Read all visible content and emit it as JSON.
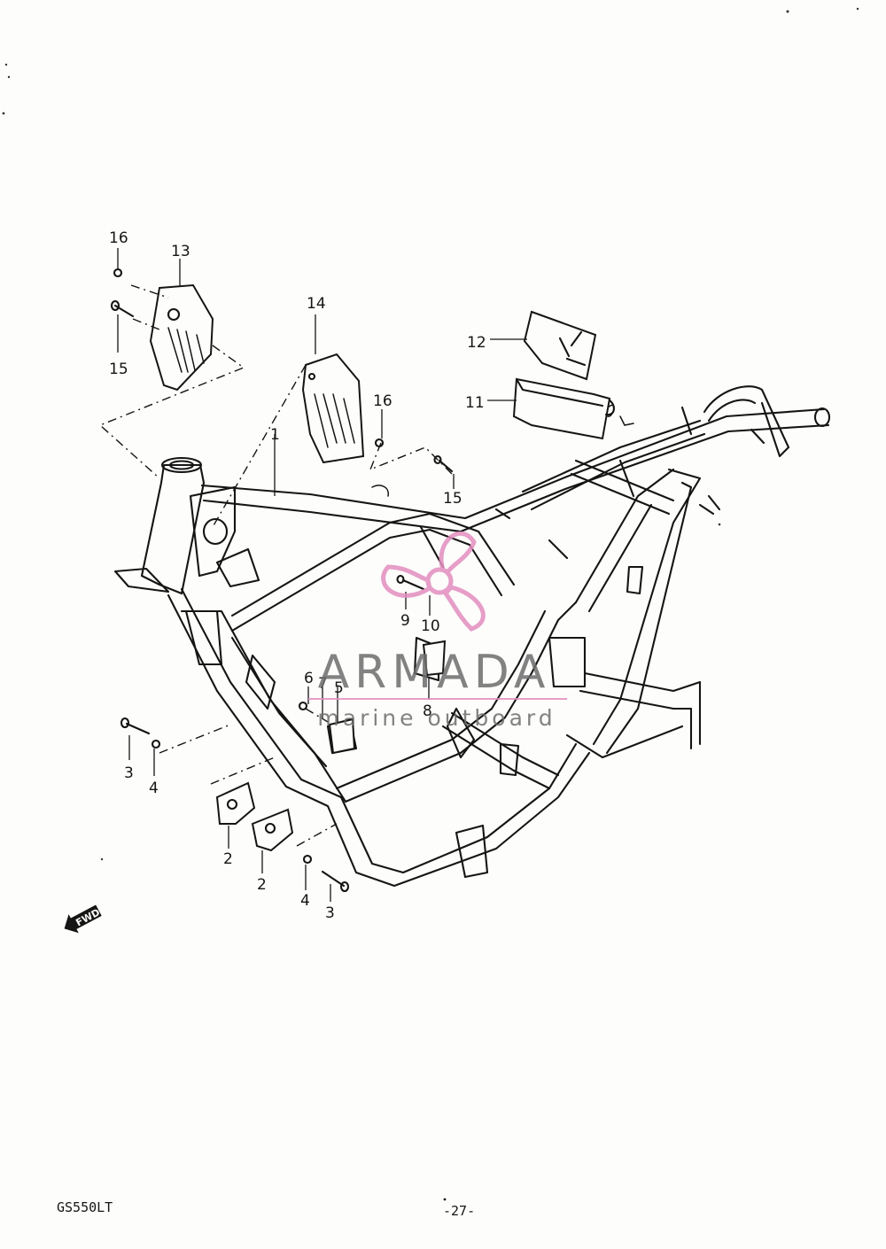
{
  "callouts": [
    {
      "id": "c16a",
      "text": "16"
    },
    {
      "id": "c13",
      "text": "13"
    },
    {
      "id": "c15a",
      "text": "15"
    },
    {
      "id": "c14",
      "text": "14"
    },
    {
      "id": "c16b",
      "text": "16"
    },
    {
      "id": "c12",
      "text": "12"
    },
    {
      "id": "c11",
      "text": "11"
    },
    {
      "id": "c1",
      "text": "1"
    },
    {
      "id": "c15b",
      "text": "15"
    },
    {
      "id": "c9",
      "text": "9"
    },
    {
      "id": "c10",
      "text": "10"
    },
    {
      "id": "c6",
      "text": "6"
    },
    {
      "id": "c7",
      "text": "7"
    },
    {
      "id": "c5",
      "text": "5"
    },
    {
      "id": "c8",
      "text": "8"
    },
    {
      "id": "c3a",
      "text": "3"
    },
    {
      "id": "c4a",
      "text": "4"
    },
    {
      "id": "c2a",
      "text": "2"
    },
    {
      "id": "c2b",
      "text": "2"
    },
    {
      "id": "c4b",
      "text": "4"
    },
    {
      "id": "c3b",
      "text": "3"
    }
  ],
  "fwd_arrow": {
    "label": "FWD"
  },
  "watermark": {
    "brand": "ARMADA",
    "tagline": "marine outboard",
    "logo_color": "#e38ec0"
  },
  "footer": {
    "model": "GS550LT",
    "page": "-27-"
  },
  "colors": {
    "ink": "#151515",
    "paper": "#fdfdfb"
  }
}
